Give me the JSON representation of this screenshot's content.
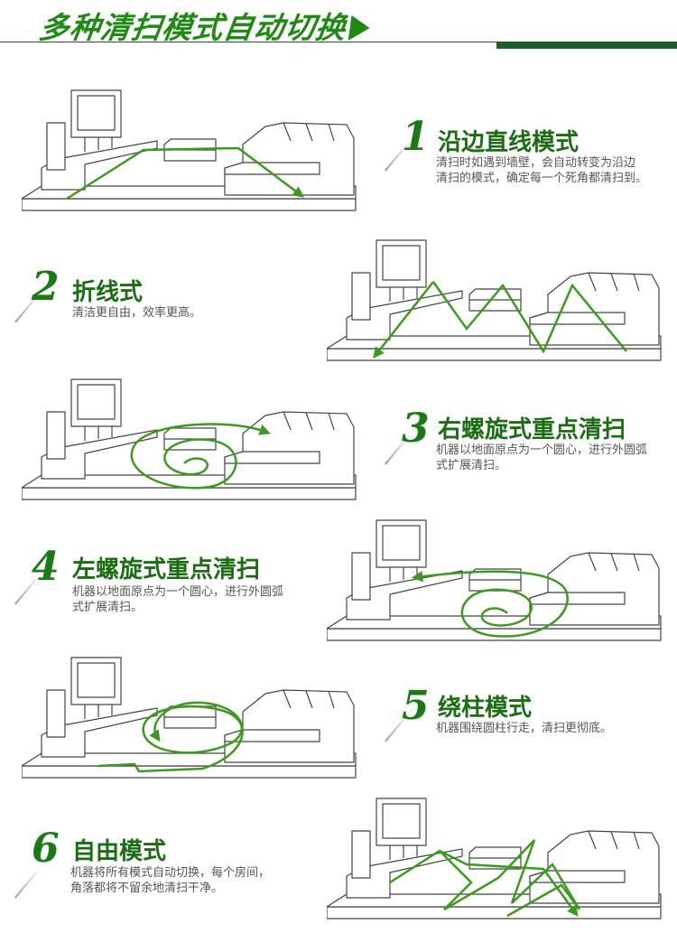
{
  "header": {
    "title": "多种清扫模式自动切换"
  },
  "modes": [
    {
      "number": "1",
      "title": "沿边直线模式",
      "desc": [
        "清扫时如遇到墙壁，会自动转变为沿边",
        "清扫的模式，确定每一个死角都清扫到。"
      ]
    },
    {
      "number": "2",
      "title": "折线式",
      "desc": [
        "清洁更自由，效率更高。"
      ]
    },
    {
      "number": "3",
      "title": "右螺旋式重点清扫",
      "desc": [
        "机器以地面原点为一个圆心，进行外圆弧",
        "式扩展清扫。"
      ]
    },
    {
      "number": "4",
      "title": "左螺旋式重点清扫",
      "desc": [
        "机器以地面原点为一个圆心，进行外圆弧",
        "式扩展清扫。"
      ]
    },
    {
      "number": "5",
      "title": "绕柱模式",
      "desc": [
        "机器围绕圆柱行走，清扫更彻底。"
      ]
    },
    {
      "number": "6",
      "title": "自由模式",
      "desc": [
        "机器将所有模式自动切换，每个房间，",
        "角落都将不留余地清扫干净。"
      ]
    }
  ],
  "colors": {
    "accent": "#1f8a12",
    "dark": "#1e5b2e",
    "path": "#3e9a1e"
  }
}
